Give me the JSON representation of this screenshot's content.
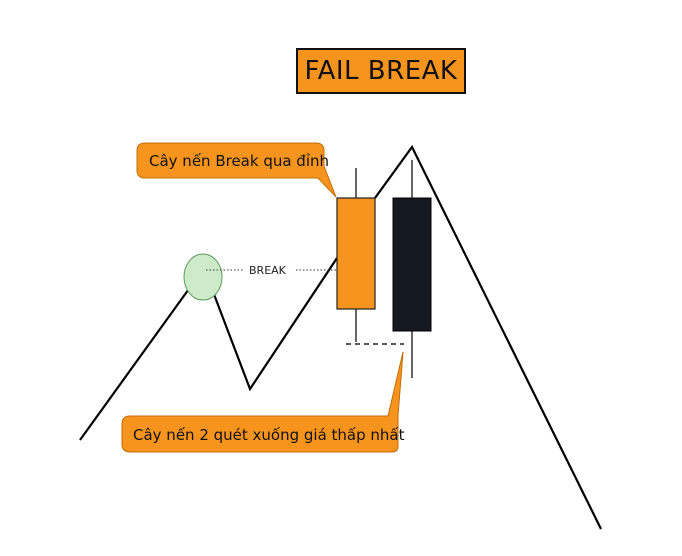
{
  "title": "FAIL BREAK",
  "callout_top": "Cây nến Break qua đỉnh",
  "callout_bottom": "Cây nến 2 quét xuống giá thấp nhất",
  "break_label": "BREAK",
  "colors": {
    "orange": "#f7941d",
    "dark_candle": "#141821",
    "highlight_circle": "#cdebc8",
    "line": "#000000"
  }
}
